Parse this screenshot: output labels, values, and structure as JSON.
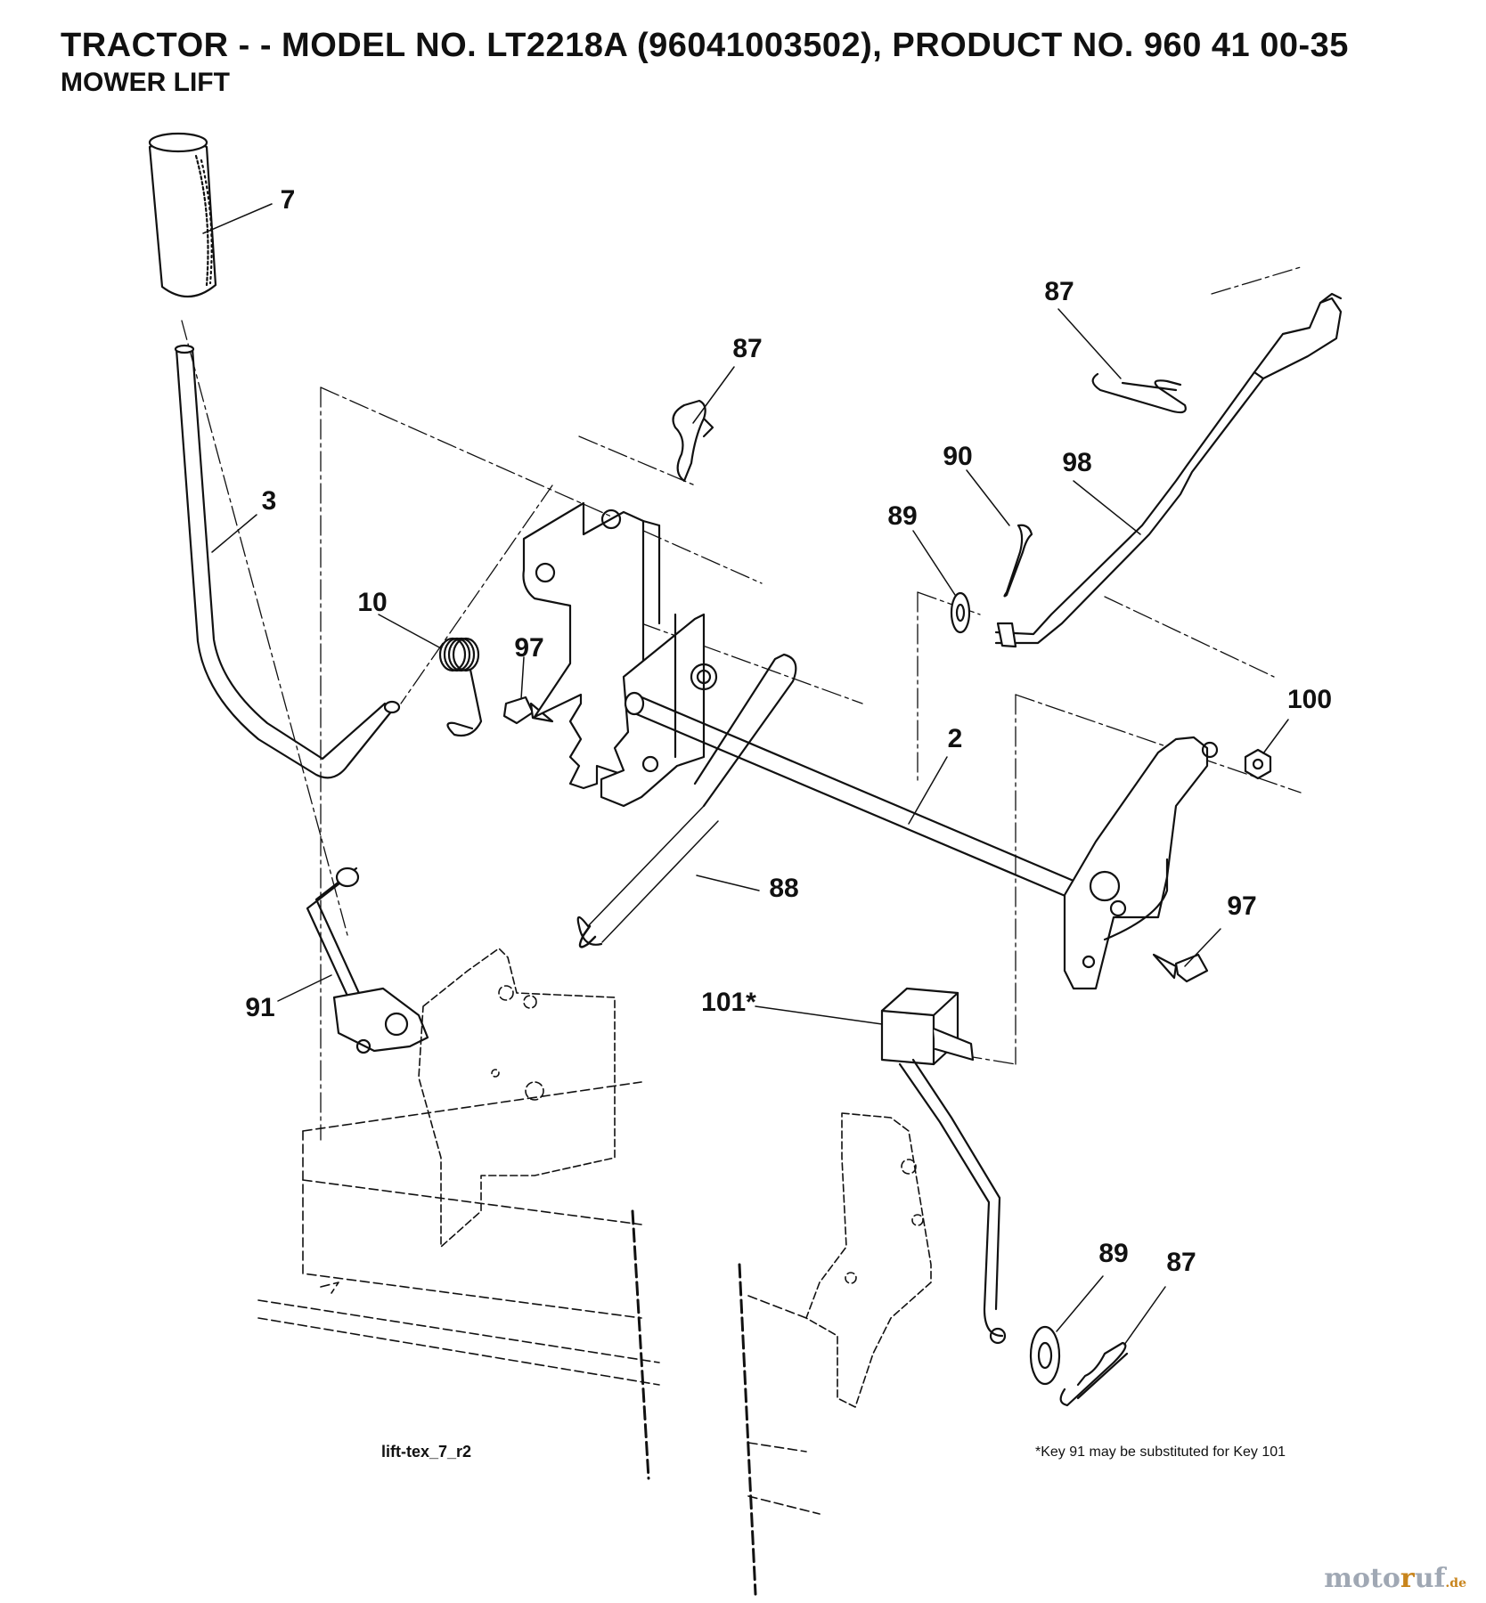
{
  "header": {
    "title": "TRACTOR - - MODEL NO. LT2218A   (96041003502), PRODUCT NO. 960 41 00-35",
    "subtitle": "MOWER LIFT"
  },
  "callouts": [
    {
      "id": "c7",
      "text": "7"
    },
    {
      "id": "c3",
      "text": "3"
    },
    {
      "id": "c10",
      "text": "10"
    },
    {
      "id": "c97a",
      "text": "97"
    },
    {
      "id": "c87a",
      "text": "87"
    },
    {
      "id": "c87b",
      "text": "87"
    },
    {
      "id": "c90",
      "text": "90"
    },
    {
      "id": "c98",
      "text": "98"
    },
    {
      "id": "c89a",
      "text": "89"
    },
    {
      "id": "c2",
      "text": "2"
    },
    {
      "id": "c100",
      "text": "100"
    },
    {
      "id": "c88",
      "text": "88"
    },
    {
      "id": "c97b",
      "text": "97"
    },
    {
      "id": "c91",
      "text": "91"
    },
    {
      "id": "c101",
      "text": "101*"
    },
    {
      "id": "c89b",
      "text": "89"
    },
    {
      "id": "c87c",
      "text": "87"
    }
  ],
  "figure_id": "lift-tex_7_r2",
  "footnote": "*Key 91 may be substituted for Key 101",
  "watermark": {
    "part1": "moto",
    "part2": "r",
    "part3": "uf",
    "suffix": ".de"
  },
  "colors": {
    "ink": "#111111",
    "brand_gray": "#a0a8b4",
    "brand_orange": "#c8841c"
  }
}
